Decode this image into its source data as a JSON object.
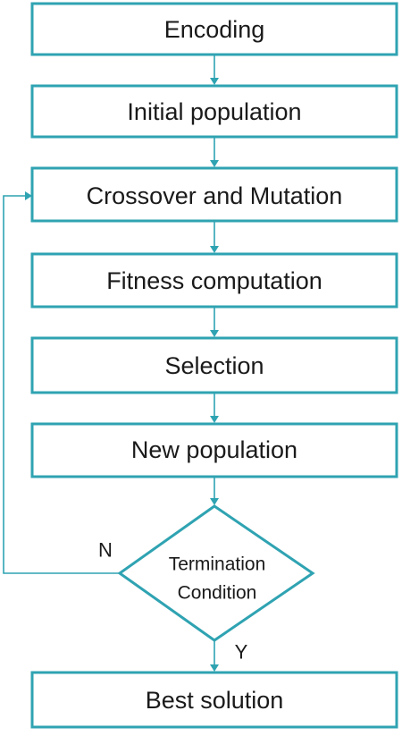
{
  "flowchart": {
    "steps": [
      {
        "label": "Encoding"
      },
      {
        "label": "Initial population"
      },
      {
        "label": "Crossover and Mutation"
      },
      {
        "label": "Fitness computation"
      },
      {
        "label": "Selection"
      },
      {
        "label": "New population"
      }
    ],
    "decision": {
      "line1": "Termination",
      "line2": "Condition",
      "no_label": "N",
      "yes_label": "Y"
    },
    "end": {
      "label": "Best solution"
    }
  },
  "colors": {
    "stroke": "#2fa3b2",
    "text": "#1a1a1a",
    "background": "#ffffff"
  }
}
